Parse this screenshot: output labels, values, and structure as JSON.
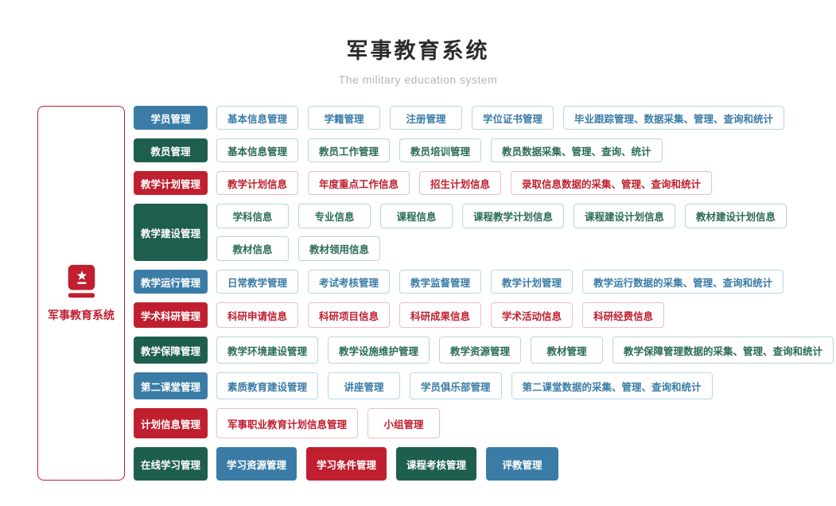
{
  "header": {
    "title": "军事教育系统",
    "subtitle": "The military education system"
  },
  "sidebar": {
    "label": "军事教育系统",
    "icon": "book-star-icon",
    "border_color": "#c02031"
  },
  "colors": {
    "blue": {
      "solid": "#3a7ca6",
      "border": "#b9d6ea",
      "text": "#3a7ca6"
    },
    "green": {
      "solid": "#1e5e4e",
      "border": "#b9d8cb",
      "text": "#2a6b58"
    },
    "red": {
      "solid": "#c01f2f",
      "border": "#f0bcc3",
      "text": "#c01f2f"
    }
  },
  "rows": [
    {
      "category": "学员管理",
      "color": "blue",
      "lines": [
        [
          {
            "label": "基本信息管理"
          },
          {
            "label": "学籍管理"
          },
          {
            "label": "注册管理"
          },
          {
            "label": "学位证书管理"
          },
          {
            "label": "毕业跟踪管理、数据采集、管理、查询和统计"
          }
        ]
      ]
    },
    {
      "category": "教员管理",
      "color": "green",
      "lines": [
        [
          {
            "label": "基本信息管理"
          },
          {
            "label": "教员工作管理"
          },
          {
            "label": "教员培训管理"
          },
          {
            "label": "教员数据采集、管理、查询、统计"
          }
        ]
      ]
    },
    {
      "category": "教学计划管理",
      "color": "red",
      "lines": [
        [
          {
            "label": "教学计划信息"
          },
          {
            "label": "年度重点工作信息"
          },
          {
            "label": "招生计划信息"
          },
          {
            "label": "录取信息数据的采集、管理、查询和统计"
          }
        ]
      ]
    },
    {
      "category": "教学建设管理",
      "color": "green",
      "lines": [
        [
          {
            "label": "学科信息"
          },
          {
            "label": "专业信息"
          },
          {
            "label": "课程信息"
          },
          {
            "label": "课程教学计划信息"
          },
          {
            "label": "课程建设计划信息"
          },
          {
            "label": "教材建设计划信息"
          }
        ],
        [
          {
            "label": "教材信息"
          },
          {
            "label": "教材领用信息"
          }
        ]
      ]
    },
    {
      "category": "教学运行管理",
      "color": "blue",
      "lines": [
        [
          {
            "label": "日常教学管理"
          },
          {
            "label": "考试考核管理"
          },
          {
            "label": "教学监督管理"
          },
          {
            "label": "教学计划管理"
          },
          {
            "label": "教学运行数据的采集、管理、查询和统计"
          }
        ]
      ]
    },
    {
      "category": "学术科研管理",
      "color": "red",
      "lines": [
        [
          {
            "label": "科研申请信息"
          },
          {
            "label": "科研项目信息"
          },
          {
            "label": "科研成果信息"
          },
          {
            "label": "学术活动信息"
          },
          {
            "label": "科研经费信息"
          }
        ]
      ]
    },
    {
      "category": "教学保障管理",
      "color": "green",
      "lines": [
        [
          {
            "label": "教学环境建设管理"
          },
          {
            "label": "教学设施维护管理"
          },
          {
            "label": "教学资源管理"
          },
          {
            "label": "教材管理"
          },
          {
            "label": "教学保障管理数据的采集、管理、查询和统计"
          }
        ]
      ]
    },
    {
      "category": "第二课堂管理",
      "color": "blue",
      "lines": [
        [
          {
            "label": "素质教育建设管理"
          },
          {
            "label": "讲座管理"
          },
          {
            "label": "学员俱乐部管理"
          },
          {
            "label": "第二课堂数据的采集、管理、查询和统计"
          }
        ]
      ]
    },
    {
      "category": "计划信息管理",
      "color": "red",
      "lines": [
        [
          {
            "label": "军事职业教育计划信息管理"
          },
          {
            "label": "小组管理"
          }
        ]
      ]
    },
    {
      "category": "在线学习管理",
      "color": "green",
      "lines": [
        [
          {
            "label": "学习资源管理",
            "variant": "solid",
            "color": "blue"
          },
          {
            "label": "学习条件管理",
            "variant": "solid",
            "color": "red"
          },
          {
            "label": "课程考核管理",
            "variant": "solid",
            "color": "green"
          },
          {
            "label": "评教管理",
            "variant": "solid",
            "color": "blue"
          }
        ]
      ]
    }
  ]
}
